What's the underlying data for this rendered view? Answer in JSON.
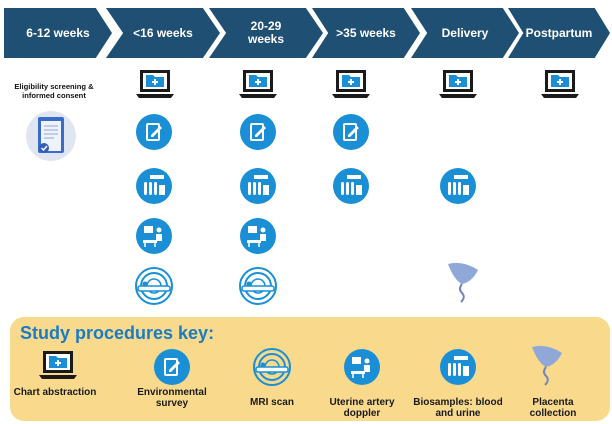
{
  "timeline": {
    "stages": [
      "6-12 weeks",
      "<16 weeks",
      "20-29 weeks",
      ">35 weeks",
      "Delivery",
      "Postpartum"
    ]
  },
  "eligibility": {
    "label": "Eligibility screening & informed consent",
    "icon": "consent-form-icon"
  },
  "procedures": {
    "chart_abstraction": {
      "icon": "laptop-folder-icon",
      "stages": [
        "<16 weeks",
        "20-29 weeks",
        ">35 weeks",
        "Delivery",
        "Postpartum"
      ]
    },
    "environmental_survey": {
      "icon": "survey-pencil-icon",
      "stages": [
        "<16 weeks",
        "20-29 weeks",
        ">35 weeks"
      ]
    },
    "biosamples": {
      "icon": "test-tubes-icon",
      "stages": [
        "<16 weeks",
        "20-29 weeks",
        ">35 weeks",
        "Delivery"
      ]
    },
    "uterine_doppler": {
      "icon": "ultrasound-icon",
      "stages": [
        "<16 weeks",
        "20-29 weeks"
      ]
    },
    "mri_scan": {
      "icon": "mri-scanner-icon",
      "stages": [
        "<16 weeks",
        "20-29 weeks"
      ]
    },
    "placenta": {
      "icon": "placenta-icon",
      "stages": [
        "Delivery"
      ]
    }
  },
  "key": {
    "title": "Study procedures key:",
    "items": [
      {
        "label": "Chart abstraction",
        "icon": "laptop-folder-icon"
      },
      {
        "label": "Environmental survey",
        "icon": "survey-pencil-icon"
      },
      {
        "label": "MRI scan",
        "icon": "mri-scanner-icon"
      },
      {
        "label": "Uterine artery doppler",
        "icon": "ultrasound-icon"
      },
      {
        "label": "Biosamples: blood and urine",
        "icon": "test-tubes-icon"
      },
      {
        "label": "Placenta collection",
        "icon": "placenta-icon"
      }
    ]
  },
  "colors": {
    "chevron": "#1f4f72",
    "icon_blue": "#1b8fd6",
    "key_background": "#f9d98c",
    "key_title": "#1b7cc4"
  }
}
